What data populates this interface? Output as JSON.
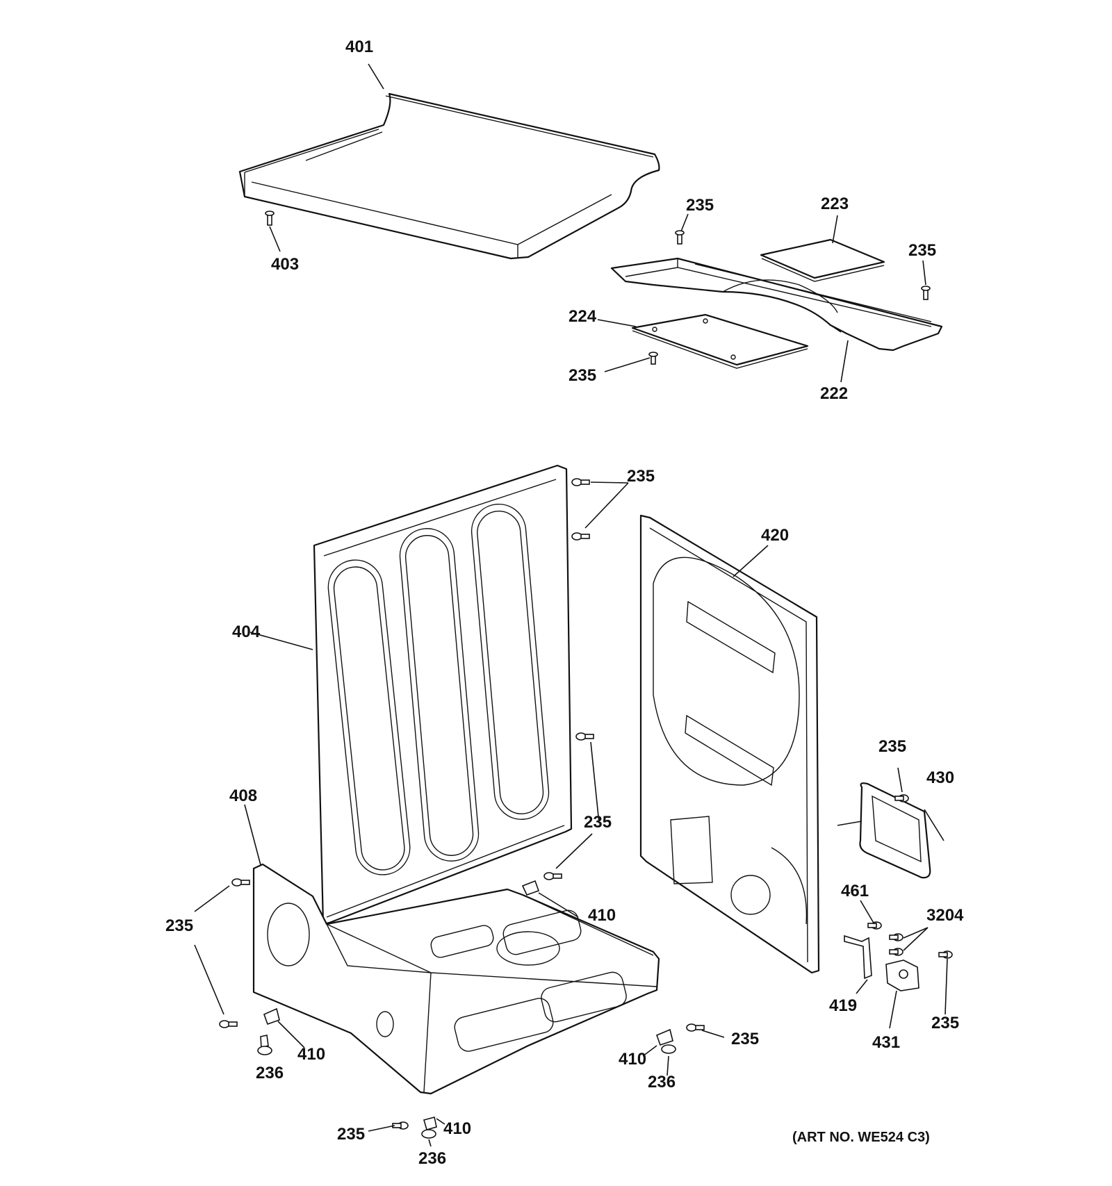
{
  "callouts": {
    "c401": "401",
    "c403": "403",
    "c235": "235",
    "c223": "223",
    "c224": "224",
    "c222": "222",
    "c404": "404",
    "c420": "420",
    "c408": "408",
    "c410": "410",
    "c236": "236",
    "c430": "430",
    "c461": "461",
    "c3204": "3204",
    "c419": "419",
    "c431": "431"
  },
  "art_number": "(ART NO. WE524 C3)"
}
